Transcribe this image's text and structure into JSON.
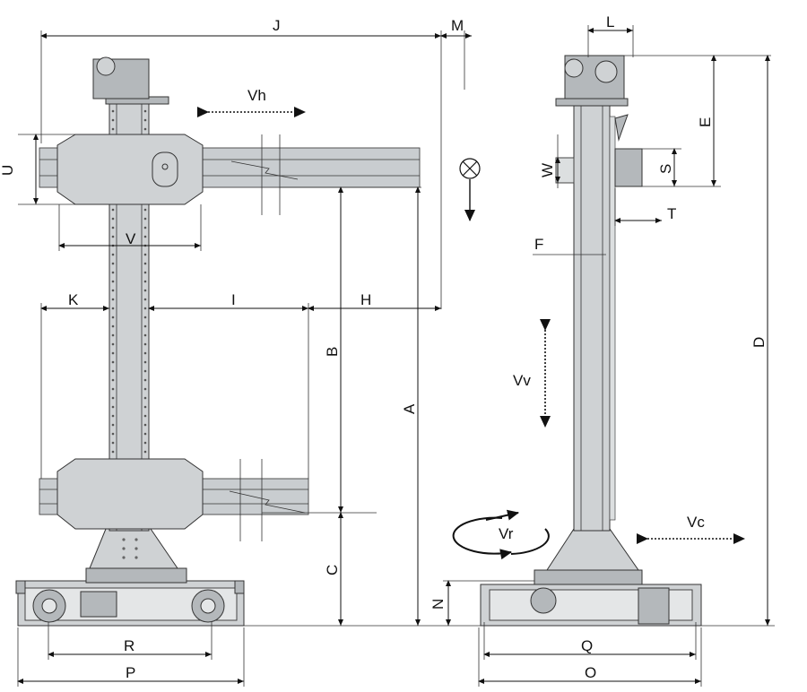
{
  "labels": {
    "A": "A",
    "B": "B",
    "C": "C",
    "D": "D",
    "E": "E",
    "F": "F",
    "H": "H",
    "I": "I",
    "J": "J",
    "K": "K",
    "L": "L",
    "M": "M",
    "N": "N",
    "O": "O",
    "P": "P",
    "Q": "Q",
    "R": "R",
    "S": "S",
    "T": "T",
    "U": "U",
    "V": "V",
    "W": "W",
    "Vh": "Vh",
    "Vv": "Vv",
    "Vr": "Vr",
    "Vc": "Vc"
  },
  "colors": {
    "steel": "#cfd2d4",
    "line": "#111111"
  },
  "icons": [
    "load-cross-icon",
    "arrow-down-icon",
    "rotation-arrow-icon",
    "double-arrow-icon"
  ]
}
